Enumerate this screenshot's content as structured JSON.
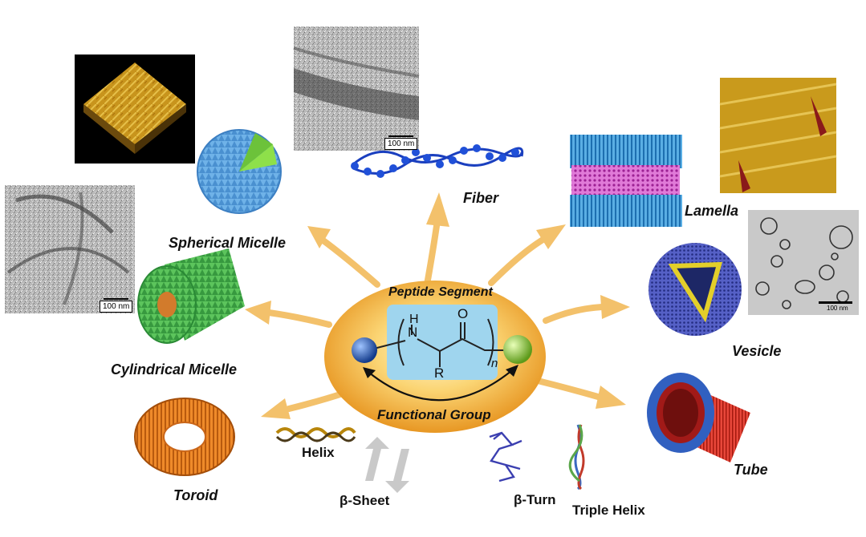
{
  "center": {
    "top_label": "Peptide Segment",
    "bottom_label": "Functional Group",
    "atom_n": "N",
    "atom_h": "H",
    "atom_o": "O",
    "atom_r": "R",
    "subscript_n": "n"
  },
  "structures": {
    "fiber": "Fiber",
    "spherical_micelle": "Spherical Micelle",
    "cylindrical_micelle": "Cylindrical Micelle",
    "toroid": "Toroid",
    "lamella": "Lamella",
    "vesicle": "Vesicle",
    "tube": "Tube"
  },
  "secondary": {
    "helix": "Helix",
    "beta_sheet": "β-Sheet",
    "beta_turn": "β-Turn",
    "triple_helix": "Triple Helix"
  },
  "scale_bars": {
    "fiber_tem": "100 nm",
    "cylinder_tem": "100 nm",
    "vesicle_tem": "100 nm"
  },
  "colors": {
    "ellipse_light": "#fde7a8",
    "ellipse_dark": "#e8961c",
    "arrow": "#f2bb5c",
    "box_blue": "#9fd5ee",
    "sphere_blue": "#2b64b8",
    "sphere_green": "#8cc63f",
    "spherical_micelle": "#5ea7e0",
    "cylindrical_micelle": "#45b24a",
    "toroid": "#e07a1a",
    "lamella_blue": "#2f8fcf",
    "lamella_magenta": "#c43fb8",
    "vesicle_blue": "#3340a8",
    "tube_red": "#d93425"
  }
}
